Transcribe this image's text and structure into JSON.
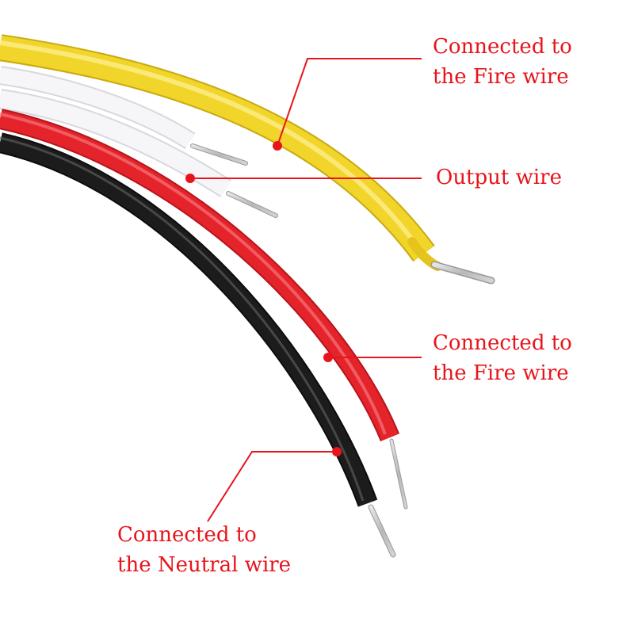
{
  "annotations": {
    "yellow_wire": {
      "lines": [
        "Connected to",
        "the Fire wire"
      ]
    },
    "white_wire": {
      "lines": [
        "Output wire"
      ]
    },
    "red_wire": {
      "lines": [
        "Connected to",
        "the Fire wire"
      ]
    },
    "black_wire": {
      "lines": [
        "Connected to",
        "the Neutral wire"
      ]
    }
  },
  "colors": {
    "label_text": "#e8141b",
    "leader_line": "#e8141b",
    "yellow_insulation": "#f2d52b",
    "white_insulation": "#f4f4f6",
    "red_insulation": "#e4232b",
    "black_insulation": "#1c1c1c",
    "conductor": "#c9c9c9",
    "background": "#ffffff"
  }
}
